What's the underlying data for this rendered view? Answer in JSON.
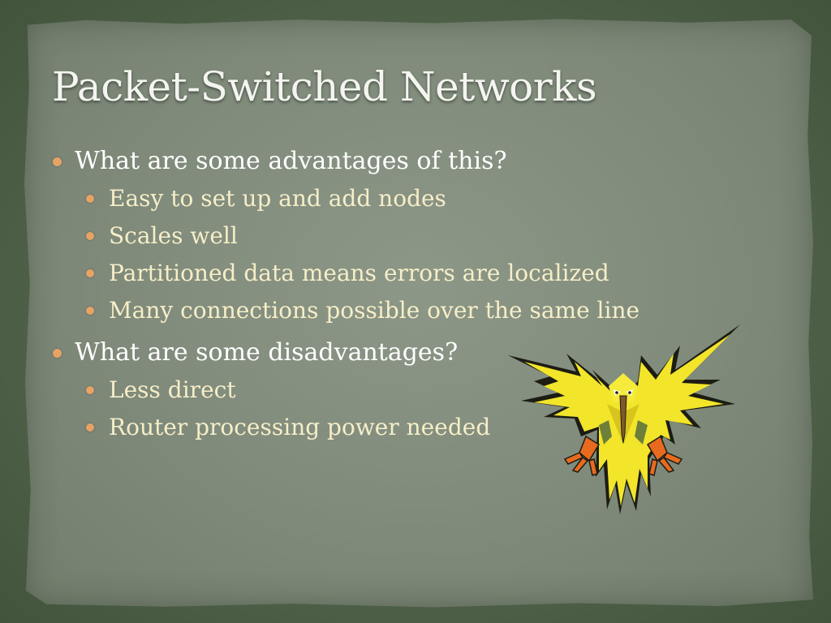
{
  "slide": {
    "title": "Packet-Switched Networks",
    "items": [
      {
        "text": "What are some advantages of this?",
        "subitems": [
          "Easy to set up and add nodes",
          "Scales well",
          "Partitioned data means errors are localized",
          "Many connections possible over the same line"
        ]
      },
      {
        "text": "What are some disadvantages?",
        "subitems": [
          "Less direct",
          "Router processing power needed"
        ]
      }
    ]
  },
  "colors": {
    "background": "#566a4e",
    "paper": "#848f7f",
    "title": "#f4f4f0",
    "bullet": "#e6a366",
    "subtext": "#f6eec8"
  },
  "image": {
    "icon": "yellow-spiky-bird-illustration"
  }
}
